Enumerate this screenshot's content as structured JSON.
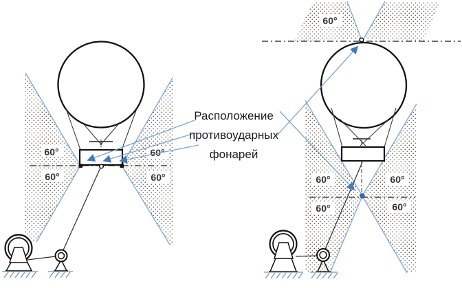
{
  "figure": {
    "caption": {
      "line1": "Расположение",
      "line2": "противоударных",
      "line3": "фонарей"
    },
    "colors": {
      "accent_blue": "#8cabcd",
      "arrow_blue": "#4679b8",
      "line_black": "#1a1a1a",
      "stipple_dot": "#5f5c52",
      "ground_blue": "#7c96ad"
    }
  },
  "left_diagram": {
    "angle_upper_left": "60°",
    "angle_upper_right": "60°",
    "angle_lower_left": "60°",
    "angle_lower_right": "60°"
  },
  "right_diagram": {
    "angle_top": "60°",
    "angle_upper_left": "60°",
    "angle_upper_right": "60°",
    "angle_lower_left": "60°",
    "angle_lower_right": "60°"
  }
}
